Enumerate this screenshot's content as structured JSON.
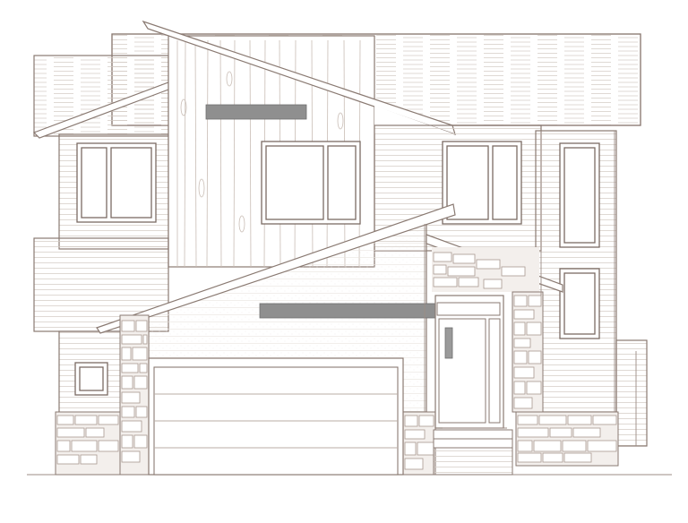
{
  "drawing": {
    "view": "front-elevation",
    "colors": {
      "outline": "#8a7a72",
      "siding": "#d4ccc6",
      "stone": "#a89890",
      "accent_band": "#8f8f8f",
      "background": "#ffffff"
    },
    "elements": {
      "upper_windows": 4,
      "right_tall_windows": 2,
      "small_window": 1,
      "garage_panels": 4,
      "accent_bands": 2
    }
  }
}
